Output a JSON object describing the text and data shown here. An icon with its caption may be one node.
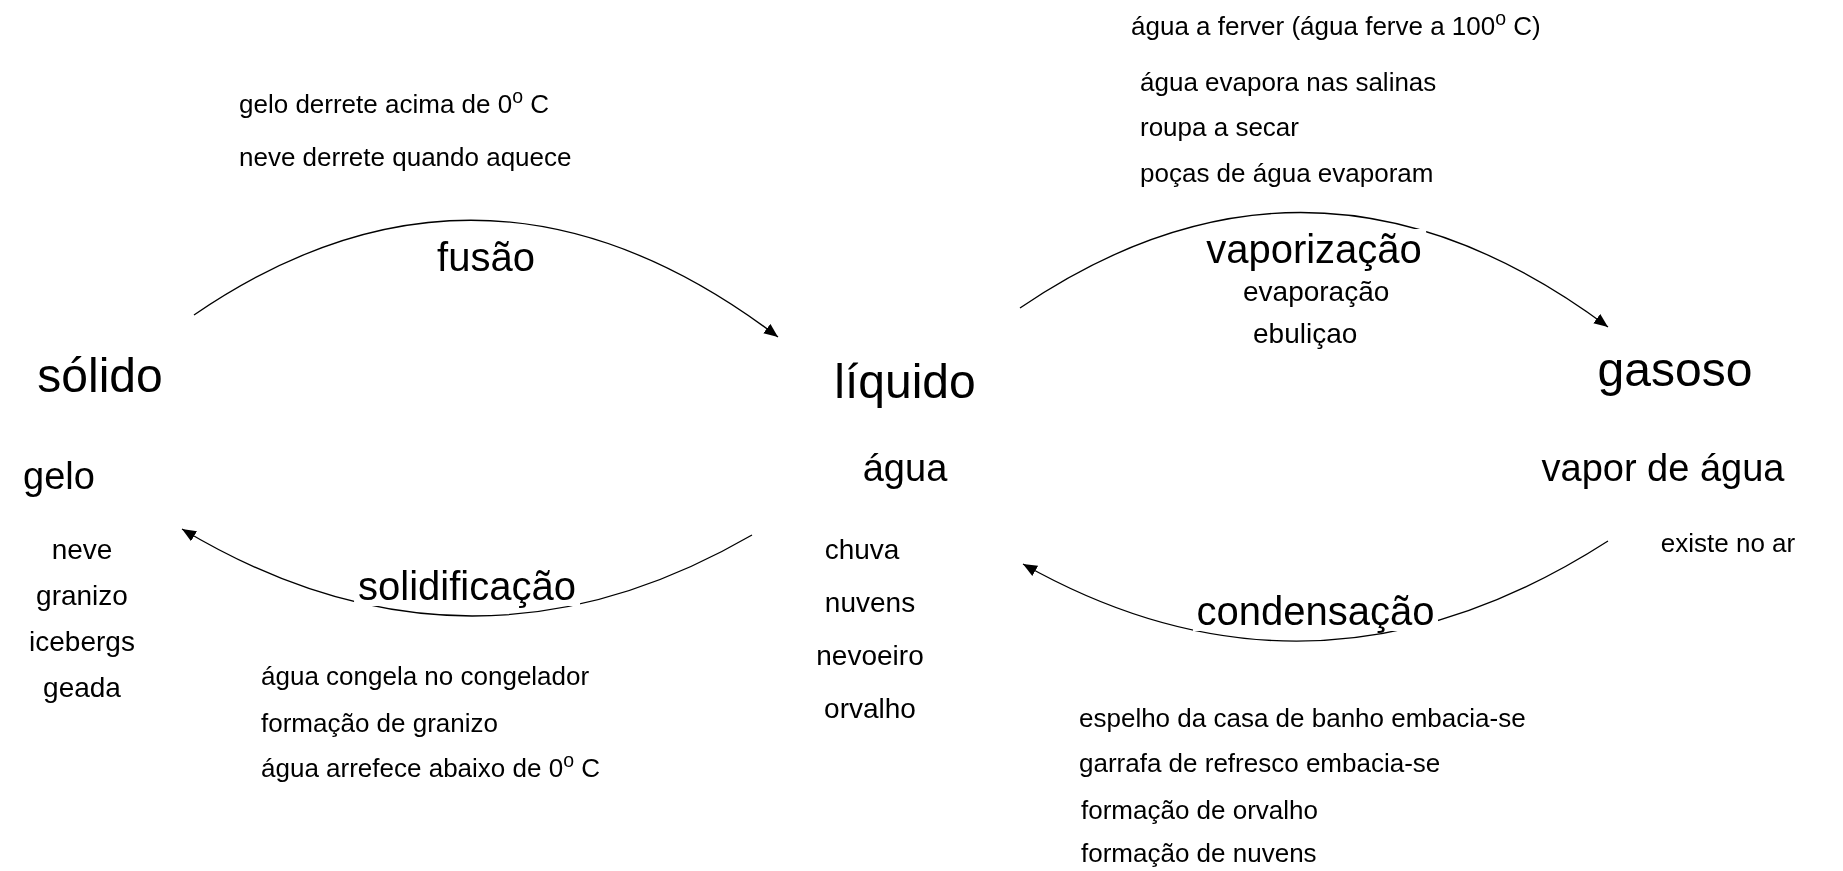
{
  "diagram": {
    "nodes": [
      {
        "text": [
          "sólido"
        ],
        "beside": [
          "gelo",
          "neve",
          "granizo",
          "icebergs",
          "geada"
        ]
      },
      {
        "text": [
          "líquido"
        ],
        "beside": [
          "água",
          "chuva",
          "nuvens",
          "nevoeiro",
          "orvalho"
        ]
      },
      {
        "text": [
          "gasoso"
        ],
        "beside": [
          "vapor de água",
          "existe no ar"
        ]
      }
    ],
    "edges": [
      {
        "from": 0,
        "to": 1,
        "arrow": "to",
        "label": "fusão"
      },
      {
        "from": 1,
        "to": 2,
        "arrow": "to",
        "label": "vaporização"
      },
      {
        "from": 1,
        "to": 0,
        "arrow": "to",
        "label": "solidificação"
      },
      {
        "from": 2,
        "to": 1,
        "arrow": "to",
        "label": "condensação"
      }
    ],
    "labels": [
      "água a ferver (água ferve a 100$^{o}$ C)",
      "água evapora nas salinas",
      "roupa a secar",
      "poças de água evaporam",
      "gelo derrete acima de 0$^{o}$ C",
      "neve derrete quando aquece",
      "evaporação",
      "ebuliçao",
      "água congela no congelador",
      "formação de granizo",
      "água arrefece abaixo de 0$^{o}$ C",
      "espelho da casa de banho embacia-se",
      "garrafa de refresco embacia-se",
      "formação de orvalho",
      "formação de nuvens"
    ]
  }
}
